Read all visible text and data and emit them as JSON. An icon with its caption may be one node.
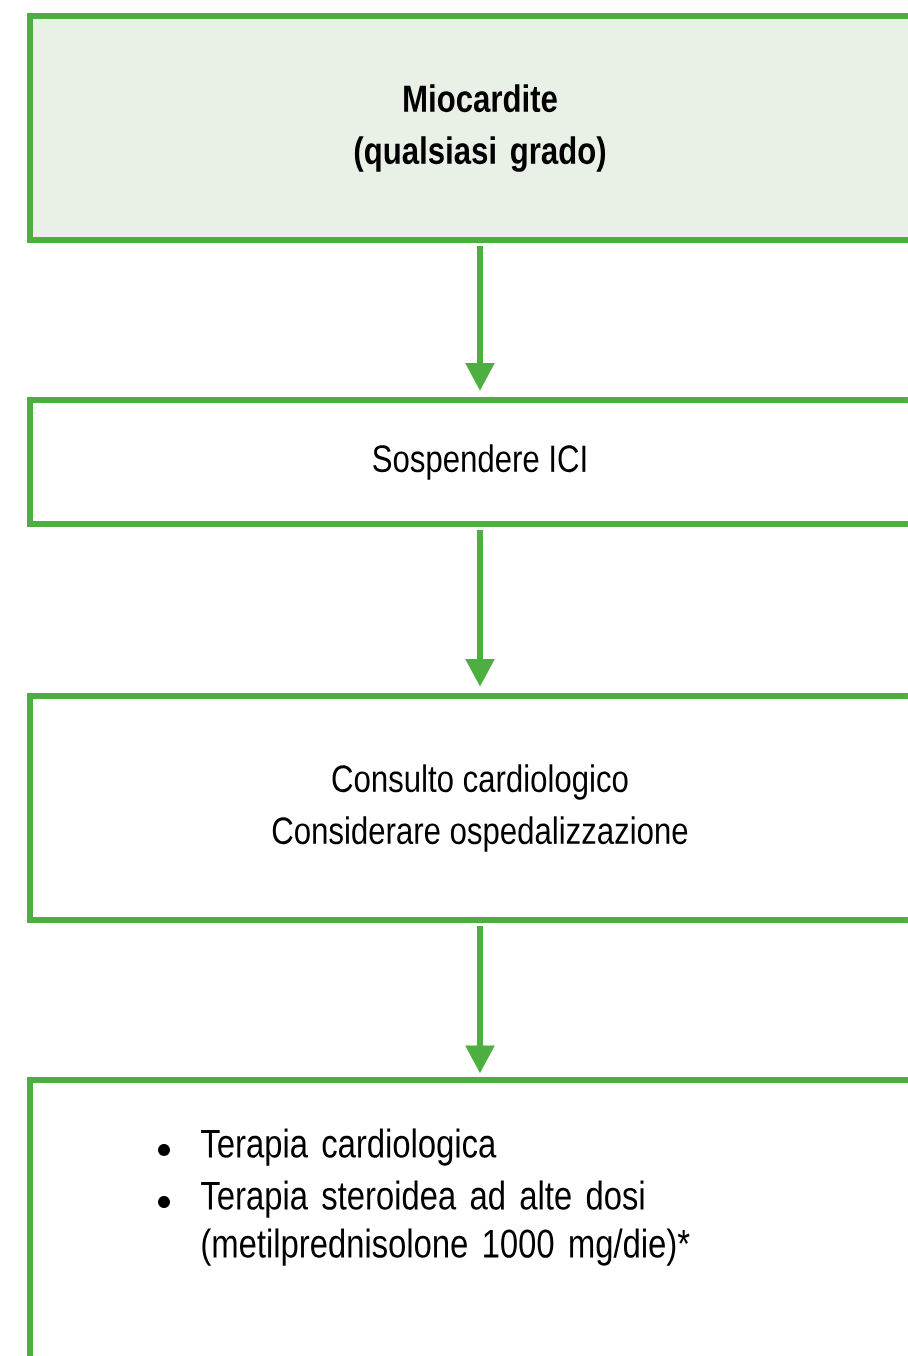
{
  "diagram": {
    "nodes": [
      {
        "text": [
          "Miocardite (qualsiasi grado)"
        ]
      },
      {
        "text": [
          "Sospendere ICI"
        ]
      },
      {
        "text": [
          "Consulto cardiologico",
          "Considerare ospedalizzazione"
        ]
      },
      {
        "text": [
          "Terapia cardiologica",
          "Terapia steroidea ad alte dosi (metilprednisolone 1000 mg/die)*"
        ]
      }
    ],
    "edges": [
      {
        "from": 0,
        "to": 1,
        "arrow": "to"
      },
      {
        "from": 1,
        "to": 2,
        "arrow": "to"
      },
      {
        "from": 2,
        "to": 3,
        "arrow": "to"
      }
    ]
  }
}
